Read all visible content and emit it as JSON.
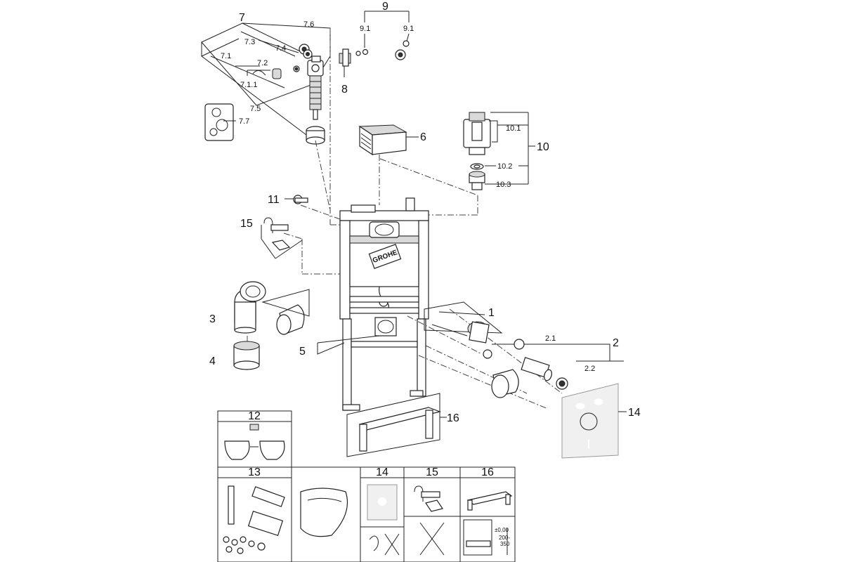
{
  "brand": "GROHE",
  "labels": {
    "p1": "1",
    "p2": "2",
    "p2_1": "2.1",
    "p2_2": "2.2",
    "p3": "3",
    "p4": "4",
    "p5": "5",
    "p6": "6",
    "p7": "7",
    "p7_1": "7.1",
    "p7_1_1": "7.1.1",
    "p7_2": "7.2",
    "p7_3": "7.3",
    "p7_4": "7.4",
    "p7_5": "7.5",
    "p7_6": "7.6",
    "p7_7": "7.7",
    "p8": "8",
    "p9": "9",
    "p9_1a": "9.1",
    "p9_1b": "9.1",
    "p10": "10",
    "p10_1": "10.1",
    "p10_2": "10.2",
    "p10_3": "10.3",
    "p11": "11",
    "p14": "14",
    "p15": "15",
    "p16": "16"
  },
  "boxes": {
    "b12": "12",
    "b13": "13",
    "b14": "14",
    "b15": "15",
    "b16": "16",
    "dim_a": "±0,00",
    "dim_b": "200-",
    "dim_c": "350"
  }
}
